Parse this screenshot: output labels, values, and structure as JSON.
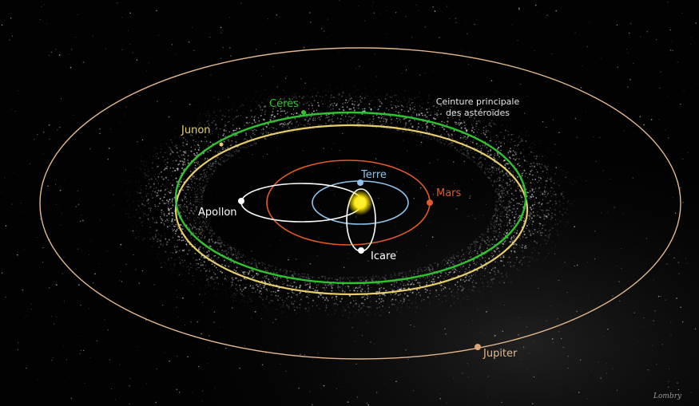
{
  "labels": {
    "belt_line1": "Ceinture principale",
    "belt_line2": "des astéroïdes",
    "ceres": "Cérès",
    "junon": "Junon",
    "terre": "Terre",
    "mars": "Mars",
    "apollon": "Apollon",
    "icare": "Icare",
    "jupiter": "Jupiter",
    "credit": "Lombry"
  },
  "colors": {
    "background": "#020202",
    "jupiter": "#e3b88f",
    "ceres": "#2fc42f",
    "junon": "#e8cf6a",
    "mars": "#e05a2a",
    "terre": "#8fc3ea",
    "apollon": "#ffffff",
    "icare": "#ffffff",
    "sun": "#ffe600",
    "belt": "#d8d8d8"
  },
  "icons": [
    "sun-icon",
    "belt-particles"
  ]
}
